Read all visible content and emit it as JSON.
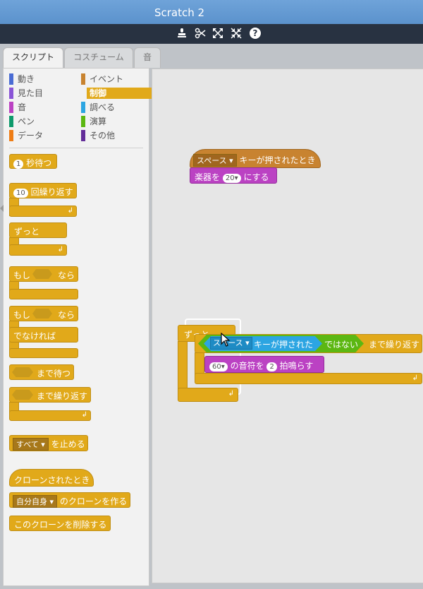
{
  "window": {
    "title": "Scratch 2"
  },
  "toolbar": {
    "icons": [
      "stamp-icon",
      "cut-icon",
      "grow-icon",
      "shrink-icon",
      "help-icon"
    ],
    "help_glyph": "?"
  },
  "tabs": [
    "スクリプト",
    "コスチューム",
    "音"
  ],
  "categories": [
    {
      "label": "動き",
      "color": "#4a6cd4"
    },
    {
      "label": "イベント",
      "color": "#c88330"
    },
    {
      "label": "見た目",
      "color": "#8a55d7"
    },
    {
      "label": "制御",
      "color": "#e1a91a"
    },
    {
      "label": "音",
      "color": "#bb42c3"
    },
    {
      "label": "調べる",
      "color": "#2ca5e2"
    },
    {
      "label": "ペン",
      "color": "#0e9a6c"
    },
    {
      "label": "演算",
      "color": "#5cb712"
    },
    {
      "label": "データ",
      "color": "#ee7d16"
    },
    {
      "label": "その他",
      "color": "#632d99"
    }
  ],
  "palette_blocks": {
    "wait": {
      "num": "1",
      "label": "秒待つ"
    },
    "repeat": {
      "num": "10",
      "label": "回繰り返す"
    },
    "forever": {
      "label": "ずっと"
    },
    "if_then": {
      "label_if": "もし",
      "label_then": "なら"
    },
    "if_else": {
      "label_if": "もし",
      "label_then": "なら",
      "label_else": "でなければ"
    },
    "wait_until": {
      "label": "まで待つ"
    },
    "repeat_until": {
      "label": "まで繰り返す"
    },
    "stop": {
      "dropdown": "すべて",
      "label": "を止める"
    },
    "clone_hat": {
      "label": "クローンされたとき"
    },
    "create_clone": {
      "dropdown": "自分自身",
      "label": "のクローンを作る"
    },
    "delete_clone": {
      "label": "このクローンを削除する"
    }
  },
  "script1": {
    "hat": {
      "dropdown": "スペース",
      "label": "キーが押されたとき"
    },
    "instrument": {
      "label_pre": "楽器を",
      "value": "20",
      "label_post": "にする"
    }
  },
  "script2": {
    "forever_label": "ずっと",
    "repeat_until": {
      "key_dropdown": "スペース",
      "key_label": "キーが押された",
      "not_label": "ではない",
      "label": "まで繰り返す"
    },
    "play_note": {
      "note": "60",
      "label_mid": "の音符を",
      "beats": "2",
      "label_post": "拍鳴らす"
    }
  },
  "colors": {
    "control": "#e1a91a",
    "events": "#c88330",
    "sound": "#bb42c3",
    "sensing": "#2ca5e2",
    "operators": "#5cb712"
  }
}
